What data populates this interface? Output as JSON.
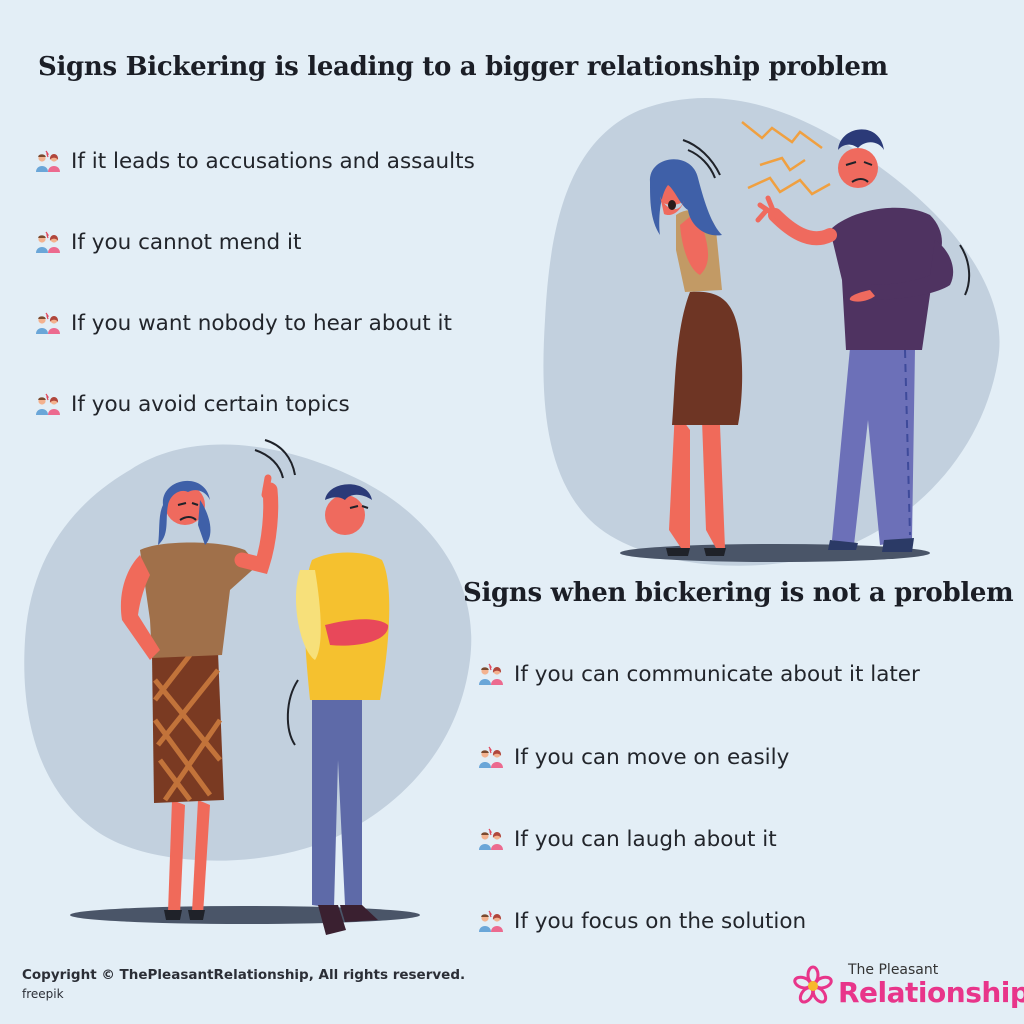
{
  "section1": {
    "title": "Signs Bickering is leading to a bigger relationship problem",
    "items": [
      "If it leads to accusations and assaults",
      "If you cannot mend it",
      "If you want nobody to hear about it",
      "If you avoid certain topics"
    ]
  },
  "section2": {
    "title": "Signs when bickering is not a problem",
    "items": [
      "If you can communicate about it later",
      "If you can move on easily",
      "If you can laugh about it",
      "If you focus on the solution"
    ]
  },
  "footer": {
    "copyright": "Copyright © ThePleasantRelationship, All rights reserved.",
    "credit": "freepik"
  },
  "logo": {
    "small_text": "The Pleasant",
    "big_text": "Relationship"
  },
  "colors": {
    "background": "#e3eef6",
    "blob": "#c2d0de",
    "brand_pink": "#e8358a",
    "icon_pink": "#ec6a8f",
    "icon_blue": "#6aa6d8"
  },
  "icons": {
    "bullet": "couple-icon",
    "logo": "flower-logo-icon"
  }
}
